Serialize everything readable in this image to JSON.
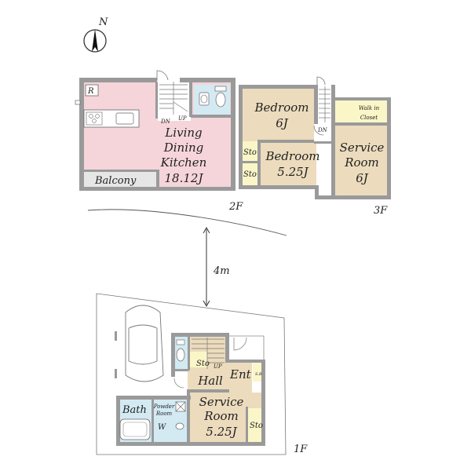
{
  "compass": {
    "north": "N"
  },
  "floor2": {
    "floor_label": "2F",
    "refrigerator": "R",
    "stair_dn": "DN",
    "stair_up": "UP",
    "ldk": {
      "line1": "Living",
      "line2": "Dining",
      "line3": "Kitchen",
      "size": "18.12J"
    },
    "balcony": "Balcony"
  },
  "floor3": {
    "floor_label": "3F",
    "bedroom_a": {
      "name": "Bedroom",
      "size": "6J"
    },
    "bedroom_b": {
      "name": "Bedroom",
      "size": "5.25J"
    },
    "service_room": {
      "line1": "Service",
      "line2": "Room",
      "size": "6J"
    },
    "closet": {
      "line1": "Walk in",
      "line2": "Closet"
    },
    "stair_dn": "DN",
    "storage_a": "Sto",
    "storage_b": "Sto"
  },
  "distance": {
    "label": "4m"
  },
  "floor1": {
    "floor_label": "1F",
    "storage_stair": "Sto",
    "stair_up": "UP",
    "hall": "Hall",
    "entrance": "Ent",
    "shoe_box": "S.B",
    "bath": "Bath",
    "powder_room": {
      "line1": "Powder",
      "line2": "Room"
    },
    "toilet": "W",
    "service_room": {
      "line1": "Service",
      "line2": "Room",
      "size": "5.25J"
    },
    "storage_room": "Sto"
  },
  "colors": {
    "ldk_fill": "#f5d5da",
    "bedroom_fill": "#ecdcbd",
    "closet_fill": "#fbf6c8",
    "wet_fill": "#d3eaf3",
    "balcony_fill": "#e6e6e6",
    "wall": "#9a9a9a"
  }
}
